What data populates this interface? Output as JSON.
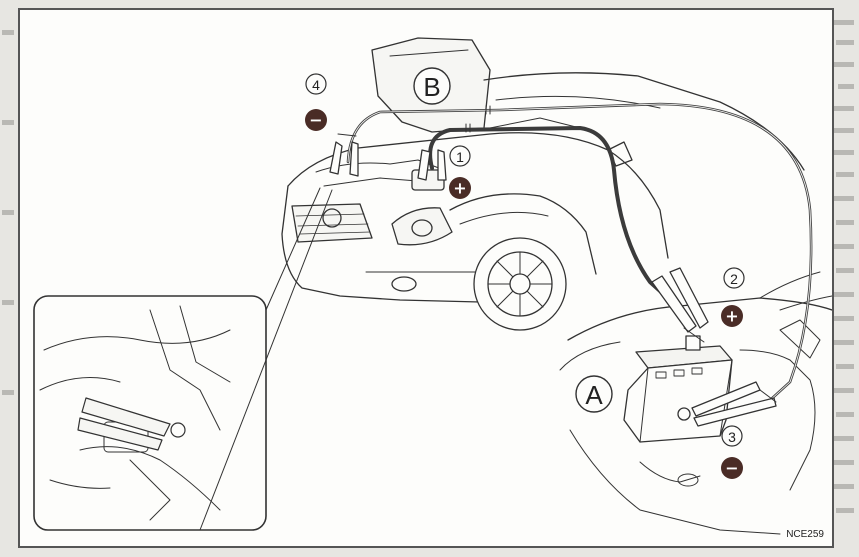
{
  "labels": {
    "vehicle_a": "A",
    "vehicle_b": "B",
    "step_1": "1",
    "step_2": "2",
    "step_3": "3",
    "step_4": "4"
  },
  "symbols": {
    "plus": "+",
    "minus": "−"
  },
  "figure_code": "NCE259",
  "colors": {
    "badge": "#4a2c26",
    "cable_positive": "#3b3b3b",
    "line": "#333333"
  }
}
